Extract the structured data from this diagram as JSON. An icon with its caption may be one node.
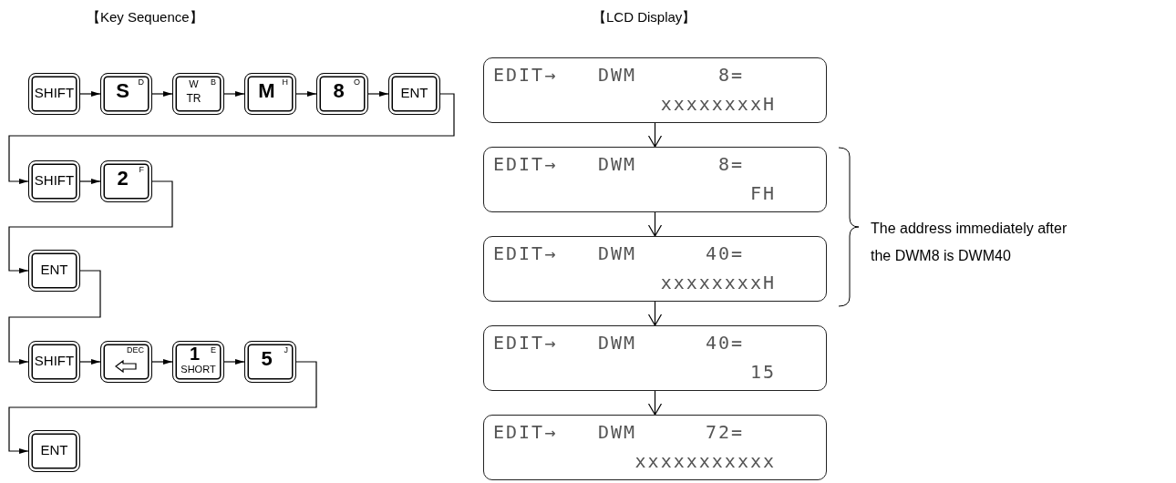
{
  "diagram": {
    "nodes": [
      {
        "text": [
          "SHIFT"
        ]
      },
      {
        "text": [
          "S",
          "D"
        ]
      },
      {
        "text": [
          "W",
          "B",
          "TR"
        ]
      },
      {
        "text": [
          "M",
          "H"
        ]
      },
      {
        "text": [
          "8",
          "O"
        ]
      },
      {
        "text": [
          "ENT"
        ]
      },
      {
        "text": [
          "SHIFT"
        ]
      },
      {
        "text": [
          "2",
          "F"
        ]
      },
      {
        "text": [
          "ENT"
        ]
      },
      {
        "text": [
          "SHIFT"
        ]
      },
      {
        "text": [
          "DEC"
        ]
      },
      {
        "text": [
          "1",
          "E",
          "SHORT"
        ]
      },
      {
        "text": [
          "5",
          "J"
        ]
      },
      {
        "text": [
          "ENT"
        ]
      },
      {
        "text": [
          "EDIT→",
          "DWM",
          "8=",
          "xxxxxxxxH"
        ]
      },
      {
        "text": [
          "EDIT→",
          "DWM",
          "8=",
          "FH"
        ]
      },
      {
        "text": [
          "EDIT→",
          "DWM",
          "40=",
          "xxxxxxxxH"
        ]
      },
      {
        "text": [
          "EDIT→",
          "DWM",
          "40=",
          "15"
        ]
      },
      {
        "text": [
          "EDIT→",
          "DWM",
          "72=",
          "xxxxxxxxxxx"
        ]
      }
    ],
    "edges": [
      {
        "from": 0,
        "to": 1,
        "arrow": "to"
      },
      {
        "from": 1,
        "to": 2,
        "arrow": "to"
      },
      {
        "from": 2,
        "to": 3,
        "arrow": "to"
      },
      {
        "from": 3,
        "to": 4,
        "arrow": "to"
      },
      {
        "from": 4,
        "to": 5,
        "arrow": "to"
      },
      {
        "from": 5,
        "to": 6,
        "arrow": "to"
      },
      {
        "from": 6,
        "to": 7,
        "arrow": "to"
      },
      {
        "from": 7,
        "to": 8,
        "arrow": "to"
      },
      {
        "from": 8,
        "to": 9,
        "arrow": "to"
      },
      {
        "from": 9,
        "to": 10,
        "arrow": "to"
      },
      {
        "from": 10,
        "to": 11,
        "arrow": "to"
      },
      {
        "from": 11,
        "to": 12,
        "arrow": "to"
      },
      {
        "from": 12,
        "to": 13,
        "arrow": "to"
      },
      {
        "from": 14,
        "to": 15,
        "arrow": "to"
      },
      {
        "from": 15,
        "to": 16,
        "arrow": "to"
      },
      {
        "from": 16,
        "to": 17,
        "arrow": "to"
      },
      {
        "from": 17,
        "to": 18,
        "arrow": "to"
      }
    ],
    "labels": [
      "【Key Sequence】",
      "【LCD Display】",
      "The address immediately after the DWM8 is DWM40"
    ]
  }
}
